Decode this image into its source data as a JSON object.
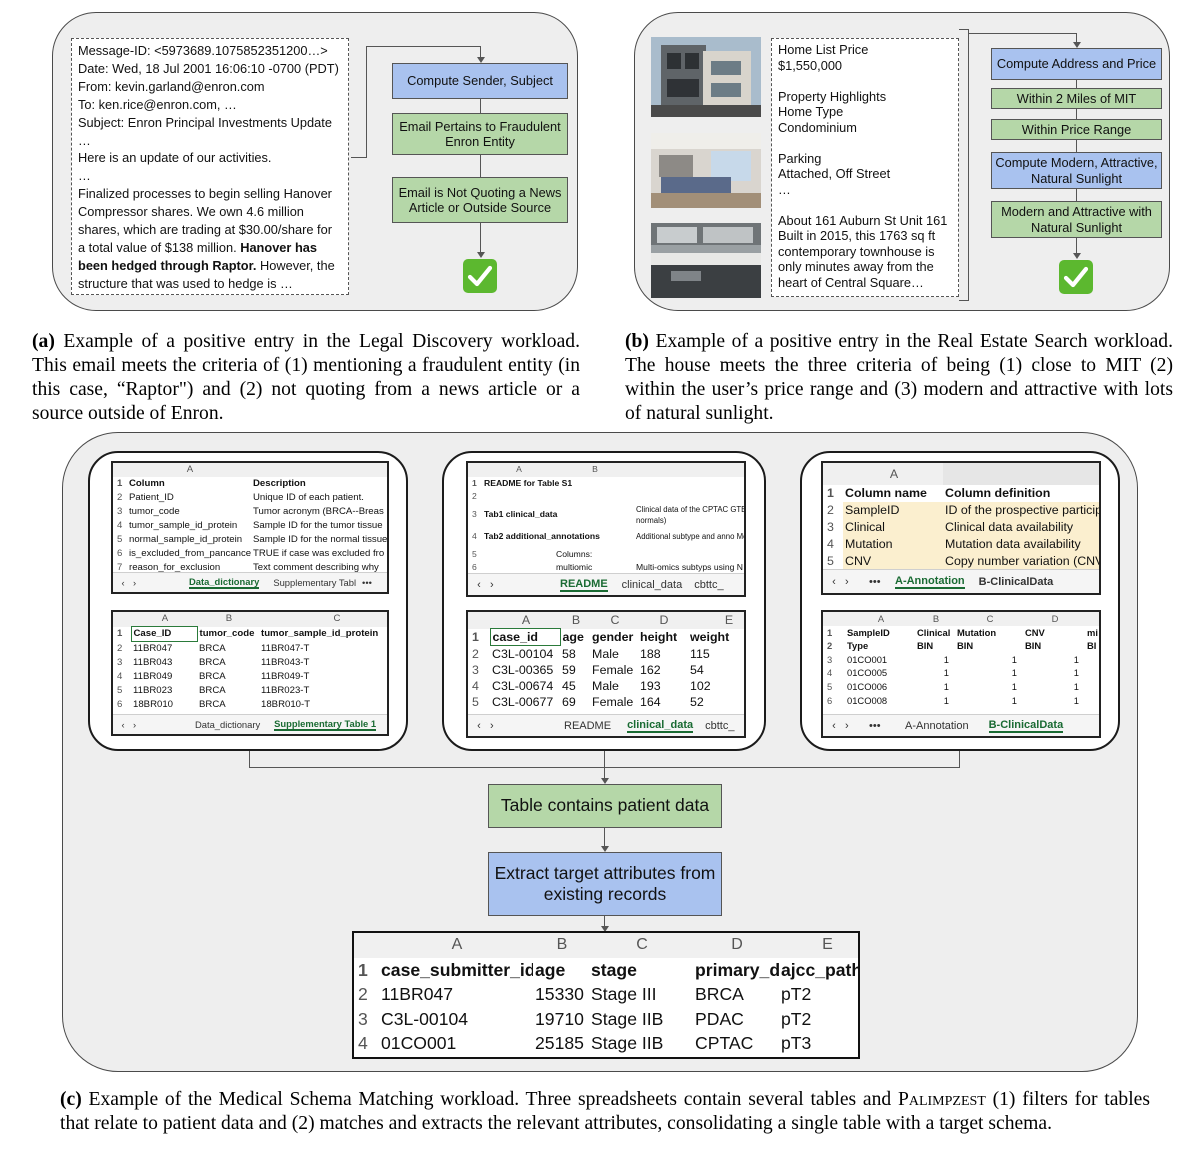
{
  "panel_a": {
    "email_lines": [
      "Message-ID: <5973689.1075852351200…>",
      "Date: Wed, 18 Jul 2001 16:06:10 -0700 (PDT)",
      "From: kevin.garland@enron.com",
      "To: ken.rice@enron.com, …",
      "Subject: Enron Principal Investments Update",
      "…",
      "Here is an update of our activities.",
      "…",
      "Finalized processes to begin selling Hanover",
      "Compressor shares.  We own 4.6 million",
      "shares, which are trading at $30.00/share for",
      "a total value of $138 million.  ",
      "been hedged through Raptor.",
      "  However, the",
      "structure that was used to hedge is …"
    ],
    "email_bold_1": "Hanover has",
    "pipeline": [
      "Compute Sender, Subject",
      "Email Pertains to Fraudulent Enron Entity",
      "Email is Not Quoting a News Article or Outside Source"
    ],
    "checkmark": "✓"
  },
  "panel_b": {
    "listing_lines": [
      "Home List Price",
      "$1,550,000",
      "",
      "Property Highlights",
      "Home Type",
      "Condominium",
      "",
      "Parking",
      "Attached, Off Street",
      "…",
      "",
      "About 161 Auburn St Unit 161",
      "Built in 2015, this 1763 sq ft",
      "contemporary townhouse is",
      "only minutes away from the",
      "heart of Central Square…"
    ],
    "pipeline": [
      "Compute Address and Price",
      "Within 2 Miles of MIT",
      "Within Price Range",
      "Compute Modern, Attractive, Natural Sunlight",
      "Modern and Attractive with Natural Sunlight"
    ],
    "checkmark": "✓"
  },
  "caption_a": {
    "label": "(a)",
    "text": " Example of a positive entry in the Legal Discovery workload. This email meets the criteria of (1) mentioning a fraudulent entity (in this case, “Raptor\") and (2) not quoting from a news article or a source outside of Enron."
  },
  "caption_b": {
    "label": "(b)",
    "text": " Example of a positive entry in the Real Estate Search workload.  The house meets the three criteria of being (1) close to MIT (2) within the user’s price range and (3) modern and attractive with lots of natural sunlight."
  },
  "panel_c": {
    "sheet1_top": {
      "cols": [
        "",
        "A",
        "",
        ""
      ],
      "rows": [
        [
          "1",
          "Column",
          "Description"
        ],
        [
          "2",
          "Patient_ID",
          "Unique ID of each patient."
        ],
        [
          "3",
          "tumor_code",
          "Tumor acronym (BRCA--Breas"
        ],
        [
          "4",
          "tumor_sample_id_protein",
          "Sample ID for the tumor tissue"
        ],
        [
          "5",
          "normal_sample_id_protein",
          "Sample ID for the normal tissue"
        ],
        [
          "6",
          "is_excluded_from_pancancer",
          "TRUE if case was excluded fro"
        ],
        [
          "7",
          "reason_for_exclusion",
          "Text comment describing why"
        ]
      ],
      "tabs": [
        "Data_dictionary",
        "Supplementary Tabl",
        "•••"
      ]
    },
    "sheet1_bottom": {
      "cols": [
        "",
        "A",
        "B",
        "C"
      ],
      "rows": [
        [
          "1",
          "Case_ID",
          "tumor_code",
          "tumor_sample_id_protein"
        ],
        [
          "2",
          "11BR047",
          "BRCA",
          "11BR047-T"
        ],
        [
          "3",
          "11BR043",
          "BRCA",
          "11BR043-T"
        ],
        [
          "4",
          "11BR049",
          "BRCA",
          "11BR049-T"
        ],
        [
          "5",
          "11BR023",
          "BRCA",
          "11BR023-T"
        ],
        [
          "6",
          "18BR010",
          "BRCA",
          "18BR010-T"
        ]
      ],
      "tabs": [
        "Data_dictionary",
        "Supplementary Table 1"
      ]
    },
    "sheet2_top": {
      "cols": [
        "",
        "A",
        "B",
        ""
      ],
      "rows": [
        [
          "1",
          "README for Table S1",
          "",
          ""
        ],
        [
          "2",
          "",
          "",
          ""
        ],
        [
          "3",
          "Tab1  clinical_data",
          "",
          "Clinical data of the CPTAC GTEx normals)"
        ],
        [
          "4",
          "Tab2  additional_annotations",
          "",
          "Additional subtype and anno Methods)"
        ],
        [
          "5",
          "",
          "Columns:",
          ""
        ],
        [
          "6",
          "",
          "multiomic",
          "Multi-omics subtyps using N"
        ]
      ],
      "tabs": [
        "README",
        "clinical_data",
        "cbttc_"
      ]
    },
    "sheet2_bottom": {
      "cols": [
        "",
        "A",
        "B",
        "C",
        "D",
        "E"
      ],
      "rows": [
        [
          "1",
          "case_id",
          "age",
          "gender",
          "height",
          "weight"
        ],
        [
          "2",
          "C3L-00104",
          "58",
          "Male",
          "188",
          "115"
        ],
        [
          "3",
          "C3L-00365",
          "59",
          "Female",
          "162",
          "54"
        ],
        [
          "4",
          "C3L-00674",
          "45",
          "Male",
          "193",
          "102"
        ],
        [
          "5",
          "C3L-00677",
          "69",
          "Female",
          "164",
          "52"
        ]
      ],
      "tabs": [
        "README",
        "clinical_data",
        "cbttc_"
      ]
    },
    "sheet3_top": {
      "cols": [
        "",
        "A",
        ""
      ],
      "rows": [
        [
          "1",
          "Column name",
          "Column definition"
        ],
        [
          "2",
          "SampleID",
          "ID of the prospective particip"
        ],
        [
          "3",
          "Clinical",
          "Clinical data availability"
        ],
        [
          "4",
          "Mutation",
          "Mutation data availability"
        ],
        [
          "5",
          "CNV",
          "Copy number variation (CNV"
        ]
      ],
      "tabs": [
        "•••",
        "A-Annotation",
        "B-ClinicalData"
      ]
    },
    "sheet3_bottom": {
      "cols": [
        "",
        "A",
        "B",
        "C",
        "D",
        ""
      ],
      "rows": [
        [
          "1",
          "SampleID",
          "Clinical",
          "Mutation",
          "CNV",
          "mi"
        ],
        [
          "2",
          "Type",
          "BIN",
          "BIN",
          "BIN",
          "BI"
        ],
        [
          "3",
          "01CO001",
          "1",
          "1",
          "1",
          ""
        ],
        [
          "4",
          "01CO005",
          "1",
          "1",
          "1",
          ""
        ],
        [
          "5",
          "01CO006",
          "1",
          "1",
          "1",
          ""
        ],
        [
          "6",
          "01CO008",
          "1",
          "1",
          "1",
          ""
        ]
      ],
      "tabs": [
        "•••",
        "A-Annotation",
        "B-ClinicalData"
      ]
    },
    "filter_box": "Table contains patient data",
    "extract_box": "Extract target attributes from existing records",
    "result": {
      "cols": [
        "",
        "A",
        "B",
        "C",
        "D",
        "E"
      ],
      "rows": [
        [
          "1",
          "case_submitter_id",
          "age",
          "stage",
          "primary_d",
          "ajcc_path"
        ],
        [
          "2",
          "11BR047",
          "15330",
          "Stage III",
          "BRCA",
          "pT2"
        ],
        [
          "3",
          "C3L-00104",
          "19710",
          "Stage IIB",
          "PDAC",
          "pT2"
        ],
        [
          "4",
          "01CO001",
          "25185",
          "Stage IIB",
          "CPTAC",
          "pT3"
        ]
      ]
    }
  },
  "caption_c": {
    "label": "(c)",
    "text1": " Example of the Medical Schema Matching workload. Three spreadsheets contain several tables and ",
    "name": "Palimpzest",
    "text2": " (1) filters for tables that relate to patient data and (2) matches and extracts the relevant attributes, consolidating a single table with a target schema."
  },
  "colors": {
    "blue_box": "#a9c2ef",
    "green_box": "#b5d7a8",
    "check_green": "#5cb82f",
    "panel_bg": "#eeeeee"
  }
}
